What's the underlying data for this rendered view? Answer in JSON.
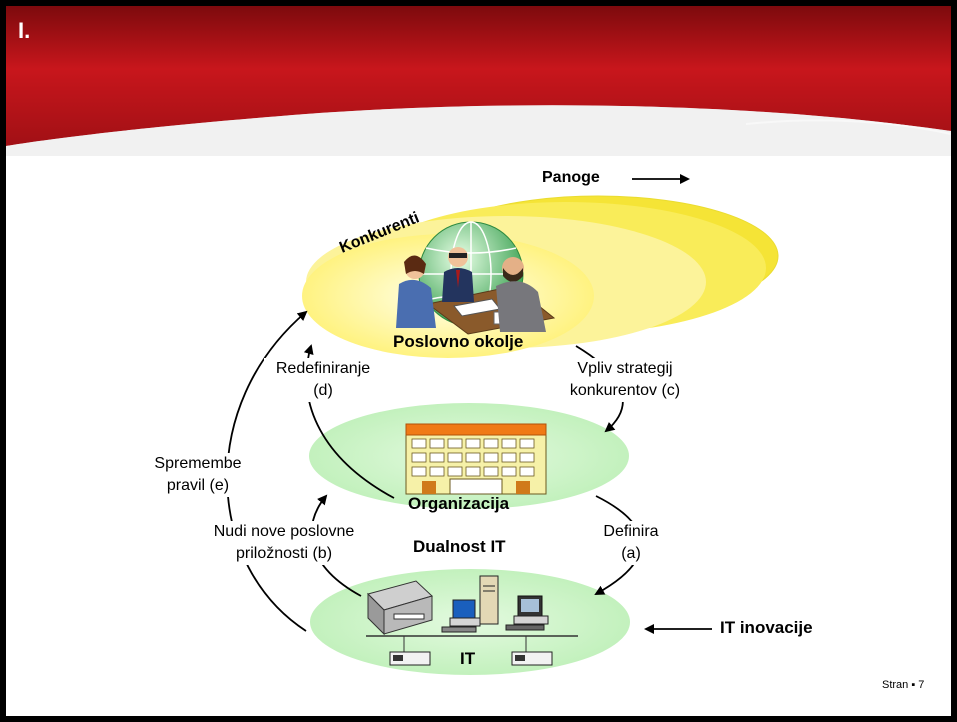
{
  "header": {
    "slide_number": "I."
  },
  "diagram": {
    "panoge": "Panoge",
    "konkurenti": "Konkurenti",
    "poslovno_okolje": "Poslovno okolje",
    "organizacija": "Organizacija",
    "it": "IT",
    "dualnost": "Dualnost IT",
    "it_inovacije": "IT inovacije",
    "redefiniranje_1": "Redefiniranje",
    "redefiniranje_2": "(d)",
    "vpliv_1": "Vpliv strategij",
    "vpliv_2": "konkurentov (c)",
    "spremembe_1": "Spremembe",
    "spremembe_2": "pravil (e)",
    "nudi_1": "Nudi nove poslovne",
    "nudi_2": "priložnosti (b)",
    "definira_1": "Definira",
    "definira_2": "(a)"
  },
  "footer": {
    "page": "Stran ▪ 7"
  },
  "colors": {
    "banner": "#c0141a",
    "ellipse_green": "#d2f5cf",
    "ellipse_yellow": "#fff27a"
  }
}
